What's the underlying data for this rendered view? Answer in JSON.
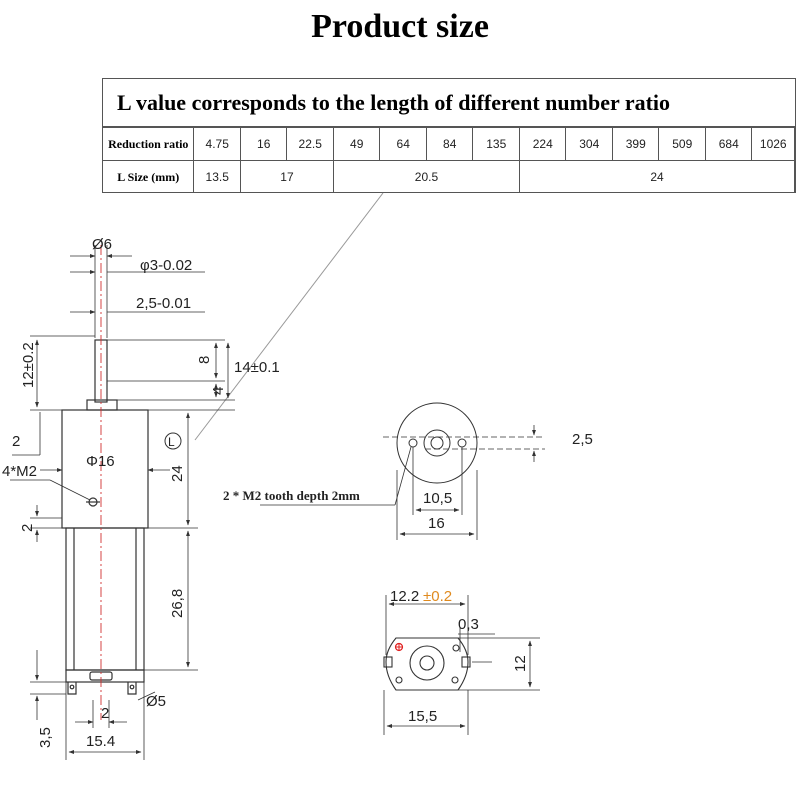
{
  "title": "Product size",
  "table": {
    "heading": "L value corresponds to the length of different number ratio",
    "row1_label": "Reduction ratio",
    "ratios": [
      "4.75",
      "16",
      "22.5",
      "49",
      "64",
      "84",
      "135",
      "224",
      "304",
      "399",
      "509",
      "684",
      "1026"
    ],
    "row2_label": "L Size (mm)",
    "l_sizes": [
      "13.5",
      "17",
      "20.5",
      "24"
    ]
  },
  "side_view": {
    "dia6": "Ø6",
    "phi3": "φ3-0.02",
    "flat": "2,5-0.01",
    "h12": "12±0.2",
    "shaft8": "8",
    "shaft14": "14±0.1",
    "shaft4": "4",
    "gap2": "2",
    "screw": "4*M2",
    "phi16": "Φ16",
    "l_marker": "L",
    "len24": "24",
    "h2": "2",
    "len26_8": "26,8",
    "dia5": "Ø5",
    "bottom2": "2",
    "h3_5": "3,5",
    "w15_4": "15.4"
  },
  "top_view": {
    "dim2_5": "2,5",
    "dim10_5": "10,5",
    "dim16": "16",
    "note": "2 * M2 tooth depth 2mm"
  },
  "bottom_view": {
    "dim12_2": "12.2",
    "tol": "±0.2",
    "dim0_3": "0,3",
    "dim12": "12",
    "dim15_5": "15,5"
  },
  "colors": {
    "line": "#333333",
    "centerline": "#d03030",
    "tolerance": "#e08a1e",
    "marker": "#e02020"
  }
}
